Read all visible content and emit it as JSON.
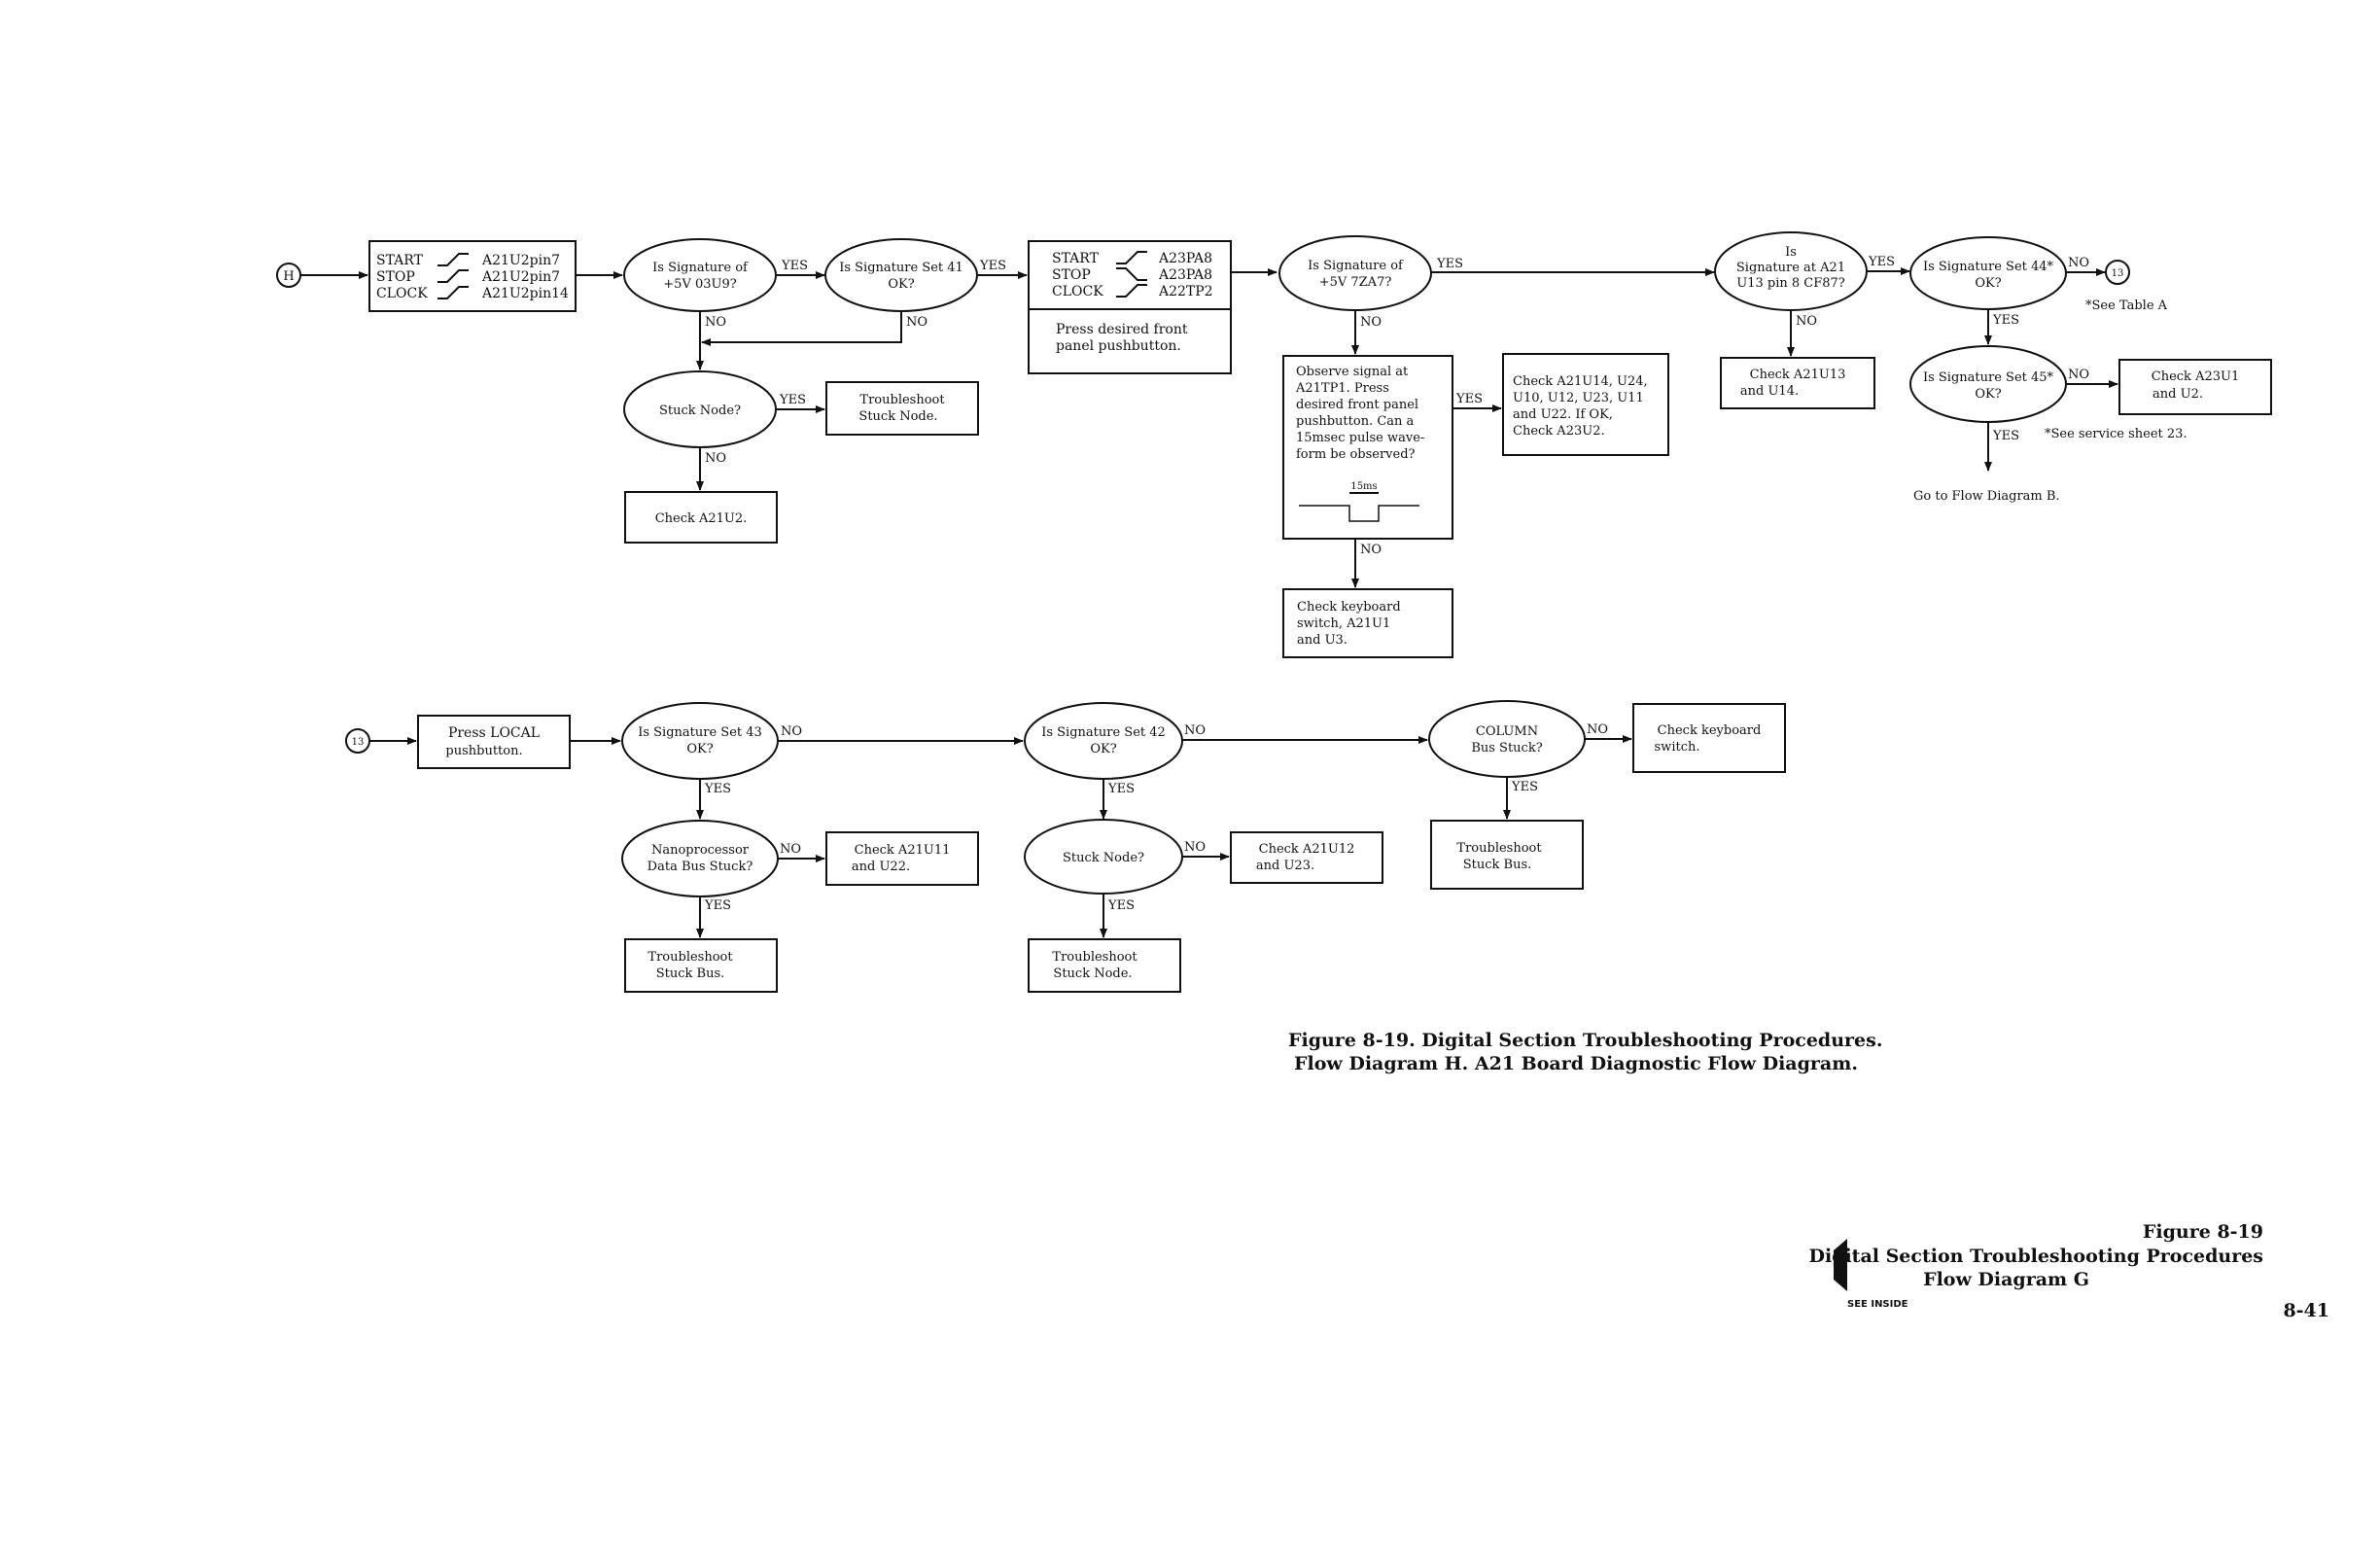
{
  "flow": {
    "start_connector": "H",
    "offpage_connector": "13",
    "row1": {
      "setup_box": {
        "start_label": "START",
        "start_ref": "A21U2pin7",
        "stop_label": "STOP",
        "stop_ref": "A21U2pin7",
        "clock_label": "CLOCK",
        "clock_ref": "A21U2pin14"
      },
      "q_sig_u9": [
        "Is Signature of",
        "+5V 03U9?"
      ],
      "q_sig41": [
        "Is Signature Set 41",
        "OK?"
      ],
      "setup_box2": {
        "start_label": "START",
        "start_ref": "A23PA8",
        "stop_label": "STOP",
        "stop_ref": "A23PA8",
        "clock_label": "CLOCK",
        "clock_ref": "A22TP2",
        "note": [
          "Press   desired front",
          "panel pushbutton."
        ]
      },
      "q_sig_7a7": [
        "Is Signature of",
        "+5V 7ZA7?"
      ],
      "q_sig_u13": [
        "Is",
        "Signature at A21",
        "U13 pin 8 CF87?"
      ],
      "q_sig44": [
        "Is Signature Set 44*",
        "OK?"
      ],
      "q_sig45": [
        "Is Signature Set 45*",
        "OK?"
      ],
      "q_stuck_node": [
        "Stuck Node?"
      ],
      "b_troubleshoot_node": [
        "Troubleshoot",
        "Stuck Node."
      ],
      "b_check_a21u2": [
        "Check A21U2."
      ],
      "b_observe": [
        "Observe signal at",
        "A21TP1.  Press",
        "desired front panel",
        "pushbutton.  Can a",
        "15msec pulse wave-",
        "form be observed?"
      ],
      "pulse_label": "15ms",
      "b_check_u14_list": [
        "Check A21U14,  U24,",
        "U10,  U12,  U23,  U11",
        "and U22.  If OK,",
        "Check A23U2."
      ],
      "b_check_keyboard_u1": [
        "Check keyboard",
        "switch,  A21U1",
        "and U3."
      ],
      "b_check_u13": [
        "Check A21U13",
        "and U14."
      ],
      "b_check_a23u1": [
        "Check A23U1",
        "and U2."
      ],
      "note_table_a": "*See Table A",
      "note_service": "*See service sheet 23.",
      "goto_b": "Go to Flow Diagram B."
    },
    "row2": {
      "b_press_local": [
        "Press LOCAL",
        "pushbutton."
      ],
      "q_sig43": [
        "Is Signature Set 43",
        "OK?"
      ],
      "q_sig42": [
        "Is Signature Set 42",
        "OK?"
      ],
      "q_column": [
        "COLUMN",
        "Bus Stuck?"
      ],
      "b_check_keyboard": [
        "Check keyboard",
        "switch."
      ],
      "q_nano": [
        "Nanoprocessor",
        "Data Bus Stuck?"
      ],
      "b_check_u11": [
        "Check A21U11",
        "and U22."
      ],
      "q_stuck_node2": [
        "Stuck Node?"
      ],
      "b_check_u12": [
        "Check A21U12",
        "and U23."
      ],
      "b_troubleshoot_bus1": [
        "Troubleshoot",
        "Stuck Bus."
      ],
      "b_troubleshoot_node2": [
        "Troubleshoot",
        "Stuck Node."
      ],
      "b_troubleshoot_bus2": [
        "Troubleshoot",
        "Stuck Bus."
      ]
    },
    "yes": "YES",
    "no": "NO"
  },
  "caption": {
    "line1": "Figure 8-19.  Digital Section Troubleshooting Procedures.",
    "line2": "Flow Diagram H.  A21 Board Diagnostic Flow Diagram."
  },
  "footer": {
    "figure": "Figure 8-19",
    "title1": "Digital Section Troubleshooting Procedures",
    "title2": "Flow Diagram G",
    "see_inside": "SEE  INSIDE",
    "page_number": "8-41"
  }
}
